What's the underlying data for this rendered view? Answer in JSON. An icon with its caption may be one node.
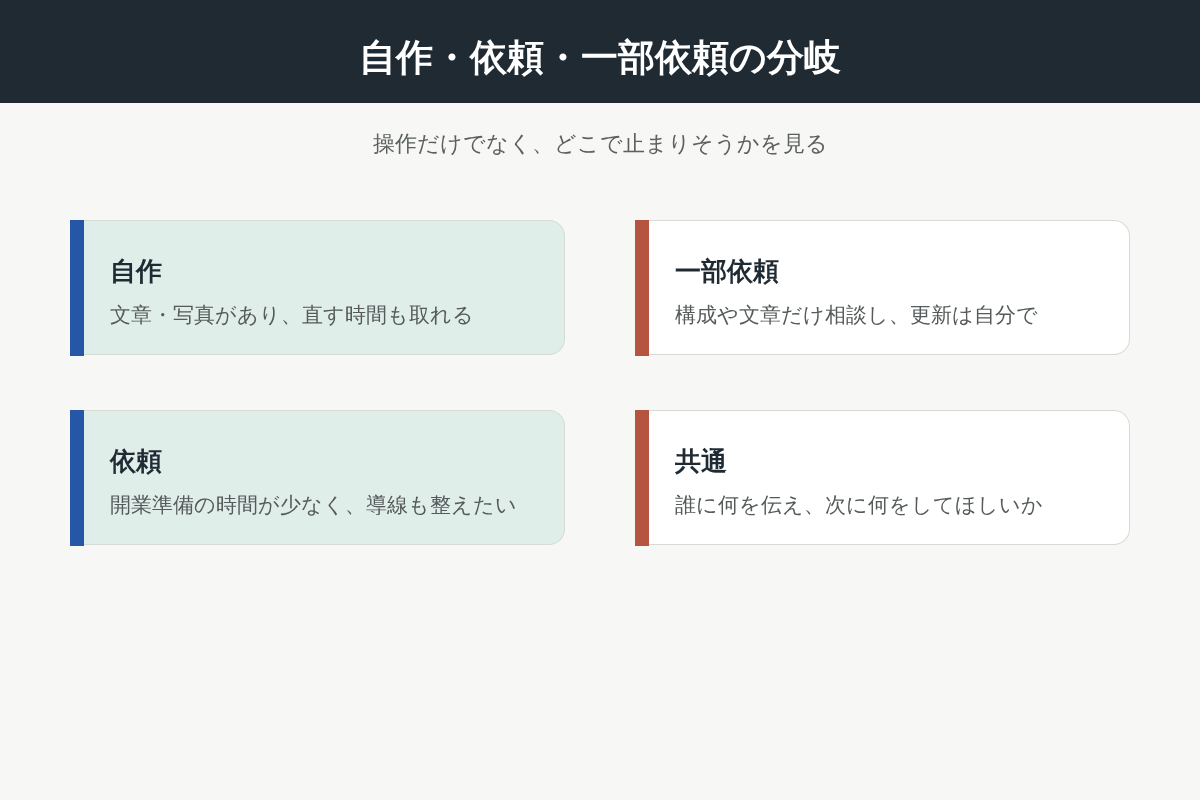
{
  "diagram": {
    "title": "自作・依頼・一部依頼の分岐",
    "nodes": [
      {
        "text": [
          "自作",
          "文章・写真があり、直す時間も取れる"
        ]
      },
      {
        "text": [
          "一部依頼",
          "構成や文章だけ相談し、更新は自分で"
        ]
      },
      {
        "text": [
          "依頼",
          "開業準備の時間が少なく、導線も整えたい"
        ]
      },
      {
        "text": [
          "共通",
          "誰に何を伝え、次に何をしてほしいか"
        ]
      }
    ],
    "labels": [
      "操作だけでなく、どこで止まりそうかを見る"
    ]
  }
}
